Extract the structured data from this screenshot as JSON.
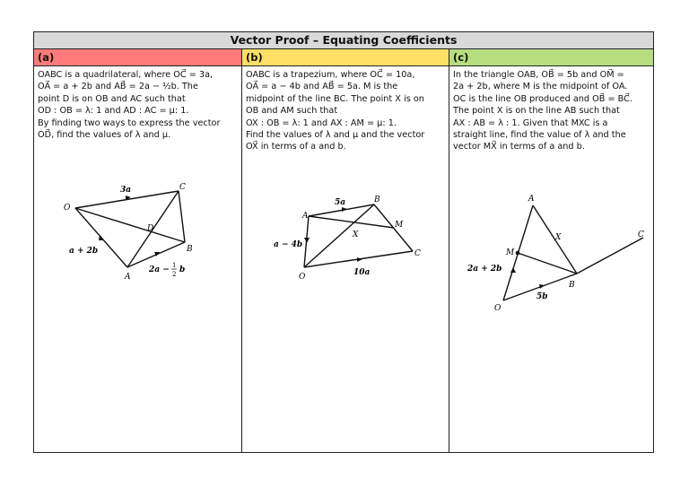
{
  "title": "Vector Proof – Equating Coefficients",
  "columns": [
    {
      "heading": "(a)",
      "accent": "#ff7a7a",
      "lines": [
        "OABC is a quadrilateral, where OC⃗ = 3a,",
        "OA⃗ = a + 2b and AB⃗ = 2a − ½b. The",
        "point D is on OB and AC such that",
        "OD : OB = λ: 1 and AD : AC = μ: 1.",
        "By finding two ways to express the vector",
        "OD⃗, find the values of λ and μ."
      ],
      "diagram_labels": {
        "O": "O",
        "A": "A",
        "B": "B",
        "C": "C",
        "D": "D",
        "oc": "3a",
        "oa": "a + 2b",
        "ab_main": "2a −",
        "ab_frac_num": "1",
        "ab_frac_den": "2",
        "ab_tail": "b"
      }
    },
    {
      "heading": "(b)",
      "accent": "#ffe066",
      "lines": [
        "OABC is a trapezium, where OC⃗ = 10a,",
        "OA⃗ = a − 4b and AB⃗ = 5a. M is the",
        "midpoint of the line BC. The point X is on",
        "OB and AM such that",
        "OX : OB = λ: 1 and AX : AM = μ: 1.",
        "Find the values of λ and μ and the vector",
        "OX⃗ in terms of a and b."
      ],
      "diagram_labels": {
        "O": "O",
        "A": "A",
        "B": "B",
        "C": "C",
        "M": "M",
        "X": "X",
        "ab": "5a",
        "oa": "a − 4b",
        "oc": "10a"
      }
    },
    {
      "heading": "(c)",
      "accent": "#b6dd7f",
      "lines": [
        "In the triangle OAB, OB⃗ = 5b and OM⃗ =",
        "2a + 2b, where M is the midpoint of OA.",
        "OC is the line OB produced and OB⃗ = BC⃗.",
        "The point X is on the line AB such that",
        "AX : AB = λ : 1. Given that MXC is a",
        "straight line, find the value of λ  and the",
        "vector MX⃗ in terms of a and b."
      ],
      "diagram_labels": {
        "O": "O",
        "A": "A",
        "B": "B",
        "C": "C",
        "M": "M",
        "X": "X",
        "om": "2a + 2b",
        "ob": "5b"
      }
    }
  ]
}
